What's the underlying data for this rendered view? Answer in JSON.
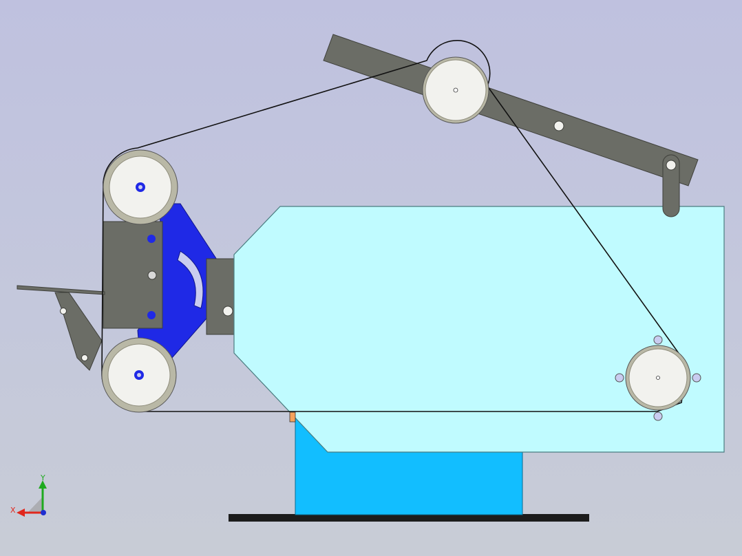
{
  "viewport": {
    "background_top": "#bfc1df",
    "background_bottom": "#c8ccd6"
  },
  "model": {
    "parts": [
      "tension-arm",
      "top-idler-wheel",
      "upper-contact-wheel",
      "lower-contact-wheel",
      "drive-wheel",
      "tool-rest-plate",
      "work-rest-arm",
      "housing-panel",
      "motor-block",
      "base-plate",
      "belt"
    ],
    "colors": {
      "arm_gray": "#6b6d66",
      "wheel_face": "#f2f2ee",
      "wheel_rim": "#b9b8a6",
      "bracket_blue": "#1f29e6",
      "housing_fill": "#c0fbff",
      "motor_fill": "#12beff",
      "base_fill": "#1c1c1c",
      "belt_stroke": "#111111"
    }
  },
  "triad": {
    "x_label": "X",
    "y_label": "Y",
    "x_color": "#e0261c",
    "y_color": "#1faa1f",
    "origin_color": "#1f2fd0"
  }
}
